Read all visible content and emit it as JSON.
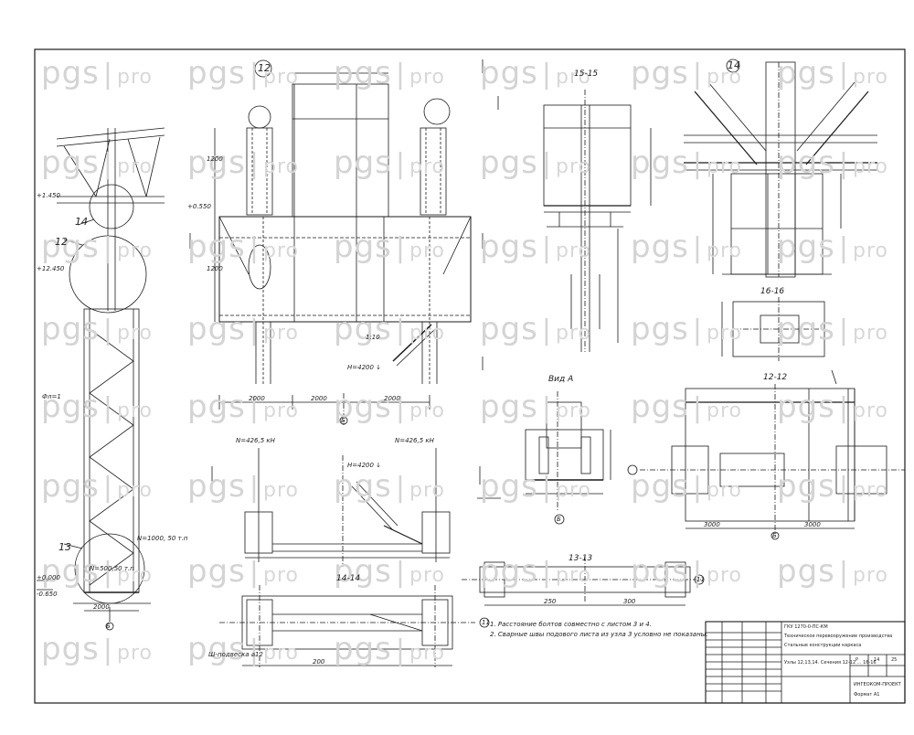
{
  "watermark": {
    "brand": "pgs",
    "separator": "|",
    "suffix": "pro"
  },
  "callouts": {
    "c12": "12",
    "c13": "13",
    "c14": "14",
    "c12b": "12",
    "c14b": "14"
  },
  "sections": {
    "s15": "15-15",
    "s16": "16-16",
    "s12": "12-12",
    "s13": "13-13",
    "s14": "14-14",
    "vidA": "Вид А"
  },
  "axis_marks": {
    "a_left": "Б",
    "a_mid1": "Б",
    "a_mid2": "Б",
    "a_right": "Б",
    "a_small1": "11",
    "a_small2": "11"
  },
  "dimensions": {
    "d2000a": "2000",
    "d2000b": "2000",
    "d2000c": "2000",
    "d2000d": "2000",
    "d1200": "1200",
    "d12000": "1200",
    "d3000": "3000",
    "d3000b": "3000",
    "d200": "200",
    "d250": "250",
    "d300": "300"
  },
  "elevations": {
    "e1": "+1.450",
    "e2": "+12.450",
    "e3": "+0.000",
    "e4": "+0.550",
    "e5": "-0.650"
  },
  "labels": {
    "l1": "Н=4200 ↓",
    "l2": "Н=4200 ↓",
    "l3": "Фл=1",
    "l4": "N=1000, 50 т.п",
    "l5": "N=500,50 т.п",
    "l6": "N=426,5 кН",
    "l7": "N=426,5 кН",
    "l8": "Ш-подвеска ⌀12",
    "l9": "1:10"
  },
  "notes": {
    "n1": "1. Расстояние болтов  совместно  с листом  3 и 4.",
    "n2": "2. Сварные швы подового листа из узла 3 условно не показаны."
  },
  "titleblock": {
    "row1": "ГКУ 1270-0-ПС-КМ",
    "row2": "Техническое перевооружение производства",
    "row3": "Стальные конструкции каркаса",
    "stage": "Р",
    "sheet": "14",
    "sheets": "25",
    "drawing": "Узлы 12,13,14. Сечения 12-12 ... 16-16",
    "org": "ИНГЕОКОМ-ПРОЕКТ",
    "fmt": "Формат А1"
  }
}
